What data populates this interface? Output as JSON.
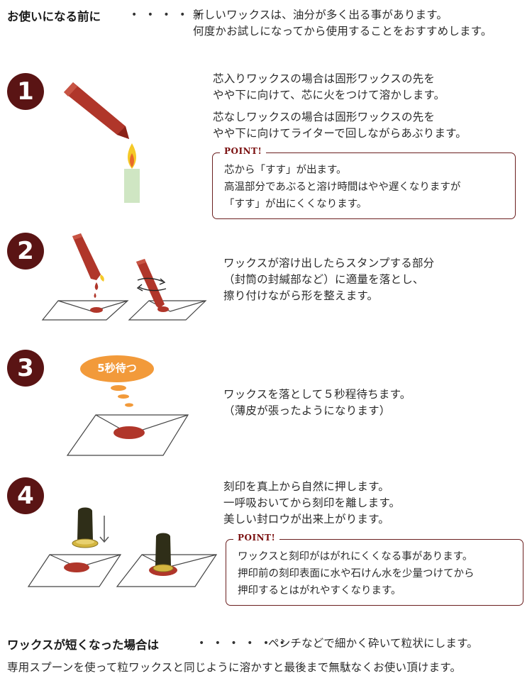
{
  "intro": {
    "heading": "お使いになる前に",
    "dots": "• • • • •",
    "lines": [
      "新しいワックスは、油分が多く出る事があります。",
      "何度かお試しになってから使用することをおすすめします。"
    ]
  },
  "steps": [
    {
      "number": "1",
      "paragraphs": [
        [
          "芯入りワックスの場合は固形ワックスの先を",
          "やや下に向けて、芯に火をつけて溶かします。"
        ],
        [
          "芯なしワックスの場合は固形ワックスの先を",
          "やや下に向けてライターで回しながらあぶります。"
        ]
      ],
      "point": {
        "label": "POINT!",
        "lines": [
          "芯から「すす」が出ます。",
          "高温部分であぶると溶け時間はやや遅くなりますが",
          "「すす」が出にくくなります。"
        ]
      }
    },
    {
      "number": "2",
      "lines": [
        "ワックスが溶け出したらスタンプする部分",
        "（封筒の封緘部など）に適量を落とし、",
        "擦り付けながら形を整えます。"
      ]
    },
    {
      "number": "3",
      "bubble": "5秒待つ",
      "lines": [
        "ワックスを落として５秒程待ちます。",
        "（薄皮が張ったようになります）"
      ]
    },
    {
      "number": "4",
      "lines": [
        "刻印を真上から自然に押します。",
        "一呼吸おいてから刻印を離します。",
        "美しい封ロウが出来上がります。"
      ],
      "point": {
        "label": "POINT!",
        "lines": [
          "ワックスと刻印がはがれにくくなる事があります。",
          "押印前の刻印表面に水や石けん水を少量つけてから",
          "押印するとはがれやすくなります。"
        ]
      }
    }
  ],
  "footer": {
    "heading": "ワックスが短くなった場合は",
    "dots": "• • • • • •",
    "line1": "ペンチなどで細かく砕いて粒状にします。",
    "line2": "専用スプーンを使って粒ワックスと同じように溶かすと最後まで無駄なくお使い頂けます。"
  },
  "colors": {
    "number_badge": "#5a1414",
    "wax": "#b0362a",
    "stamp_handle": "#2f2e18",
    "stamp_base": "#d4b640",
    "point_border": "#6b1f1f",
    "bubble": "#f29a3a"
  },
  "icons": [
    "number-badge",
    "wax-stick-icon",
    "candle-icon",
    "envelope-icon",
    "rotate-arrows-icon",
    "speech-bubble-icon",
    "stamp-icon",
    "down-arrow-icon"
  ]
}
